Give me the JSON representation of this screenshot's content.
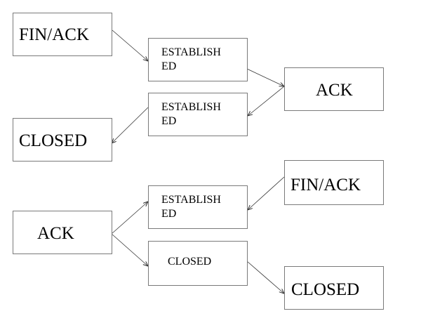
{
  "diagram": {
    "nodes": [
      {
        "id": "n1",
        "text": "FIN/ACK"
      },
      {
        "id": "n2",
        "text": "ESTABLISH\nED"
      },
      {
        "id": "n3",
        "text": "ACK"
      },
      {
        "id": "n4",
        "text": "ESTABLISH\nED"
      },
      {
        "id": "n5",
        "text": "CLOSED"
      },
      {
        "id": "n6",
        "text": "FIN/ACK"
      },
      {
        "id": "n7",
        "text": "ESTABLISH\nED"
      },
      {
        "id": "n8",
        "text": "ACK"
      },
      {
        "id": "n9",
        "text": "CLOSED"
      },
      {
        "id": "n10",
        "text": "CLOSED"
      }
    ],
    "edges": [
      {
        "from": "n1",
        "to": "n2"
      },
      {
        "from": "n2",
        "to": "n3"
      },
      {
        "from": "n3",
        "to": "n4"
      },
      {
        "from": "n4",
        "to": "n5"
      },
      {
        "from": "n6",
        "to": "n7"
      },
      {
        "from": "n8",
        "to": "n7"
      },
      {
        "from": "n8",
        "to": "n9"
      },
      {
        "from": "n9",
        "to": "n10"
      }
    ]
  }
}
